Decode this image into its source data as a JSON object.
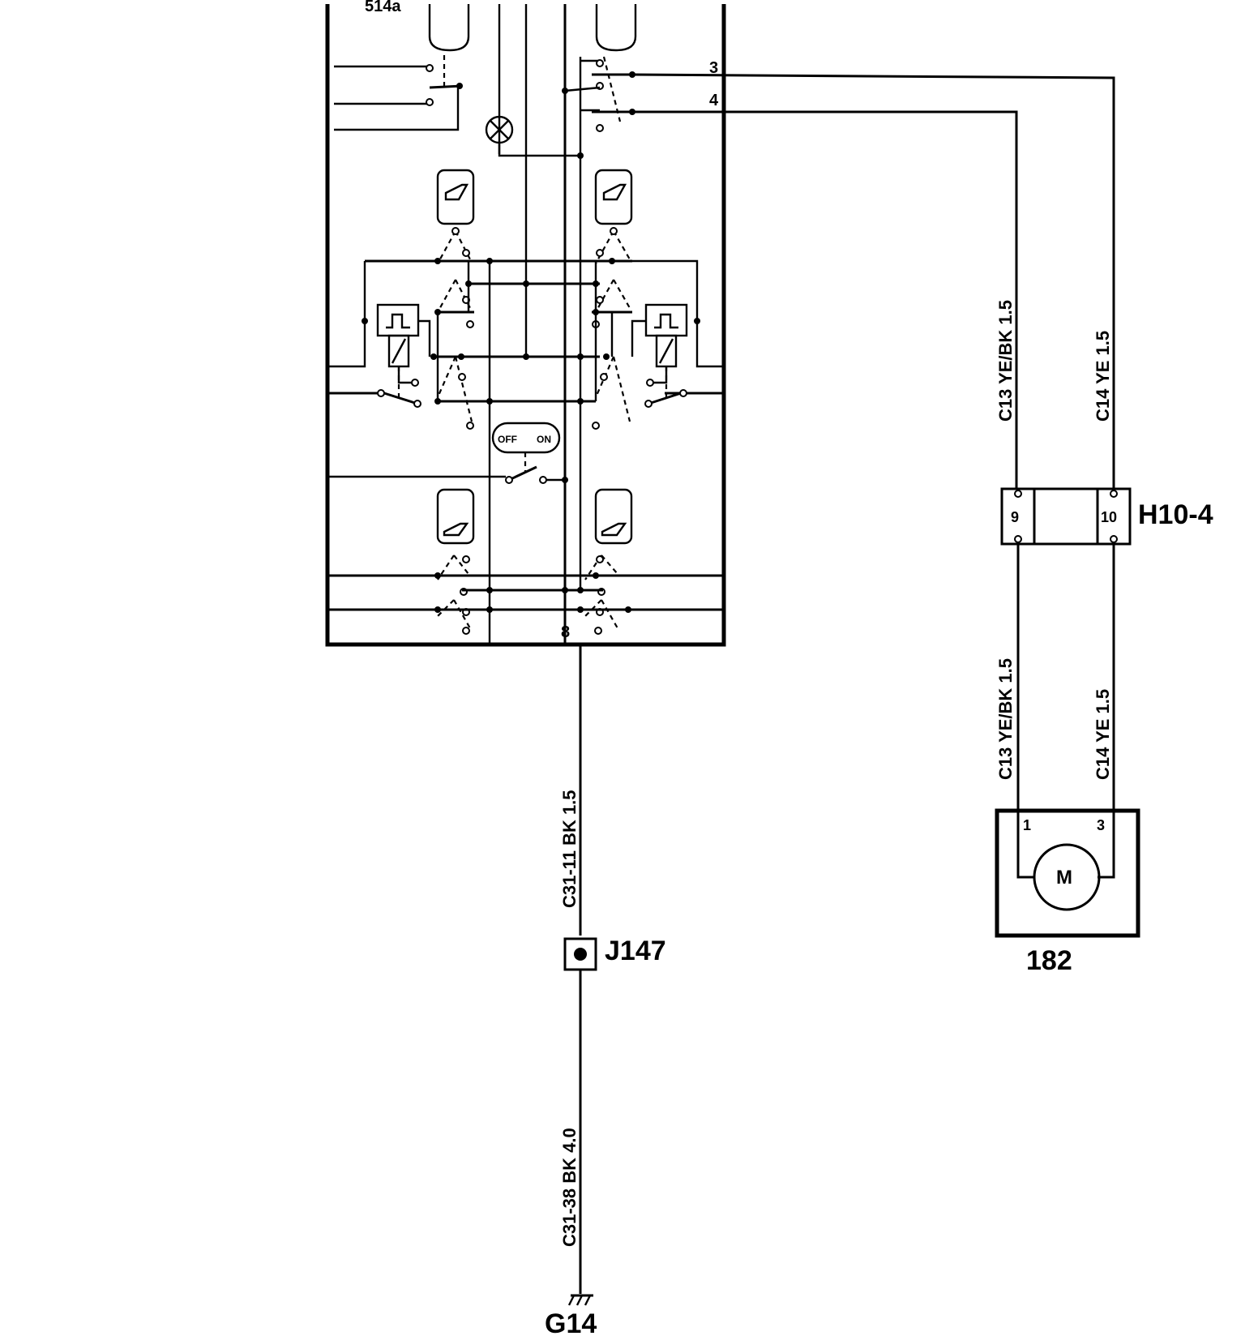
{
  "module": {
    "label_top": "514a",
    "pin_3": "3",
    "pin_4": "4",
    "pin_8": "8",
    "switch_off": "OFF",
    "switch_on": "ON"
  },
  "wires": {
    "w_c13_upper": "C13  YE/BK  1.5",
    "w_c14_upper": "C14  YE  1.5",
    "w_c13_lower": "C13  YE/BK  1.5",
    "w_c14_lower": "C14  YE  1.5",
    "w_bk15": "C31-11     BK  1.5",
    "w_bk40": "C31-38     BK  4.0"
  },
  "connector": {
    "id": "H10-4",
    "pin_left": "9",
    "pin_right": "10"
  },
  "motor": {
    "id": "182",
    "symbol": "M",
    "pin_left": "1",
    "pin_right": "3"
  },
  "splice": {
    "id": "J147"
  },
  "ground": {
    "id": "G14"
  }
}
